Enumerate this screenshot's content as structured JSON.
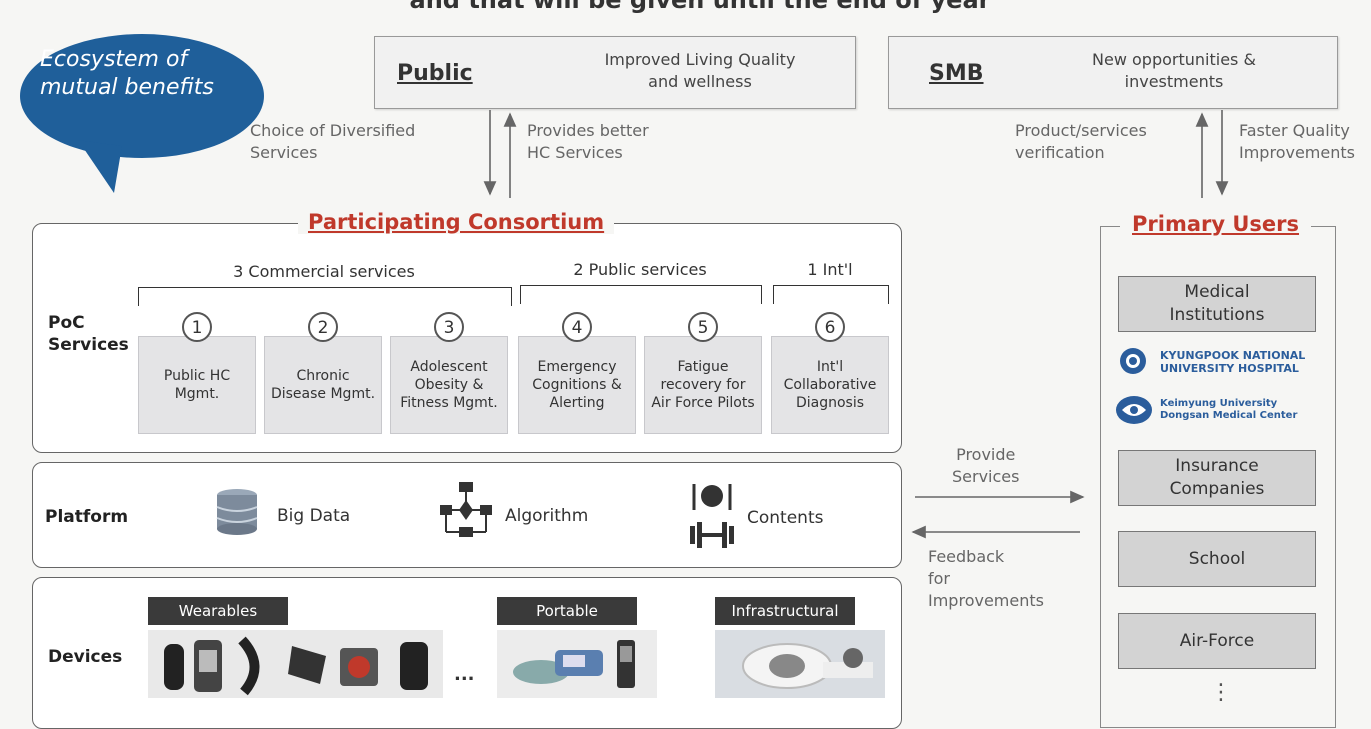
{
  "header": {
    "cut_off_text": "and that will be given until the end of year"
  },
  "bubble": {
    "line1": "Ecosystem of",
    "line2": "mutual benefits"
  },
  "stakeholders": {
    "public": {
      "name": "Public",
      "desc_line1": "Improved Living Quality",
      "desc_line2": "and wellness"
    },
    "smb": {
      "name": "SMB",
      "desc_line1": "New opportunities &",
      "desc_line2": "investments"
    }
  },
  "flows": {
    "public_down": {
      "line1": "Choice of Diversified",
      "line2": "Services"
    },
    "public_up": {
      "line1": "Provides better",
      "line2": "HC Services"
    },
    "smb_up": {
      "line1": "Product/services",
      "line2": "verification"
    },
    "smb_down": {
      "line1": "Faster Quality",
      "line2": "Improvements"
    },
    "provide": {
      "line1": "Provide",
      "line2": "Services"
    },
    "feedback": {
      "line1": "Feedback",
      "line2": "for",
      "line3": "Improvements"
    }
  },
  "consortium": {
    "title": "Participating Consortium",
    "poc_label_line1": "PoC",
    "poc_label_line2": "Services",
    "groups": [
      {
        "label": "3 Commercial services"
      },
      {
        "label": "2 Public services"
      },
      {
        "label": "1 Int'l"
      }
    ],
    "services": [
      {
        "num": "1",
        "line1": "Public HC",
        "line2": "Mgmt.",
        "line3": ""
      },
      {
        "num": "2",
        "line1": "Chronic",
        "line2": "Disease Mgmt.",
        "line3": ""
      },
      {
        "num": "3",
        "line1": "Adolescent",
        "line2": "Obesity &",
        "line3": "Fitness Mgmt."
      },
      {
        "num": "4",
        "line1": "Emergency",
        "line2": "Cognitions &",
        "line3": "Alerting"
      },
      {
        "num": "5",
        "line1": "Fatigue",
        "line2": "recovery for",
        "line3": "Air Force Pilots"
      },
      {
        "num": "6",
        "line1": "Int'l",
        "line2": "Collaborative",
        "line3": "Diagnosis"
      }
    ]
  },
  "platform": {
    "label": "Platform",
    "items": [
      {
        "label": "Big Data",
        "icon": "database-icon"
      },
      {
        "label": "Algorithm",
        "icon": "flowchart-icon"
      },
      {
        "label": "Contents",
        "icon": "dining-fitness-icon"
      }
    ]
  },
  "devices": {
    "label": "Devices",
    "wearables": "Wearables",
    "ellipsis": "...",
    "portable": "Portable",
    "infrastructural": "Infrastructural"
  },
  "primary_users": {
    "title": "Primary Users",
    "medical": {
      "line1": "Medical",
      "line2": "Institutions"
    },
    "logo1": {
      "line1": "KYUNGPOOK NATIONAL",
      "line2": "UNIVERSITY HOSPITAL"
    },
    "logo2": {
      "line1": "Keimyung University",
      "line2": "Dongsan Medical Center"
    },
    "insurance": {
      "line1": "Insurance",
      "line2": "Companies"
    },
    "school": "School",
    "airforce": "Air-Force",
    "more": "⋮"
  },
  "colors": {
    "accent_red": "#c0392b",
    "bubble_blue": "#1f5f9a",
    "logo_blue": "#2b5d9c"
  }
}
